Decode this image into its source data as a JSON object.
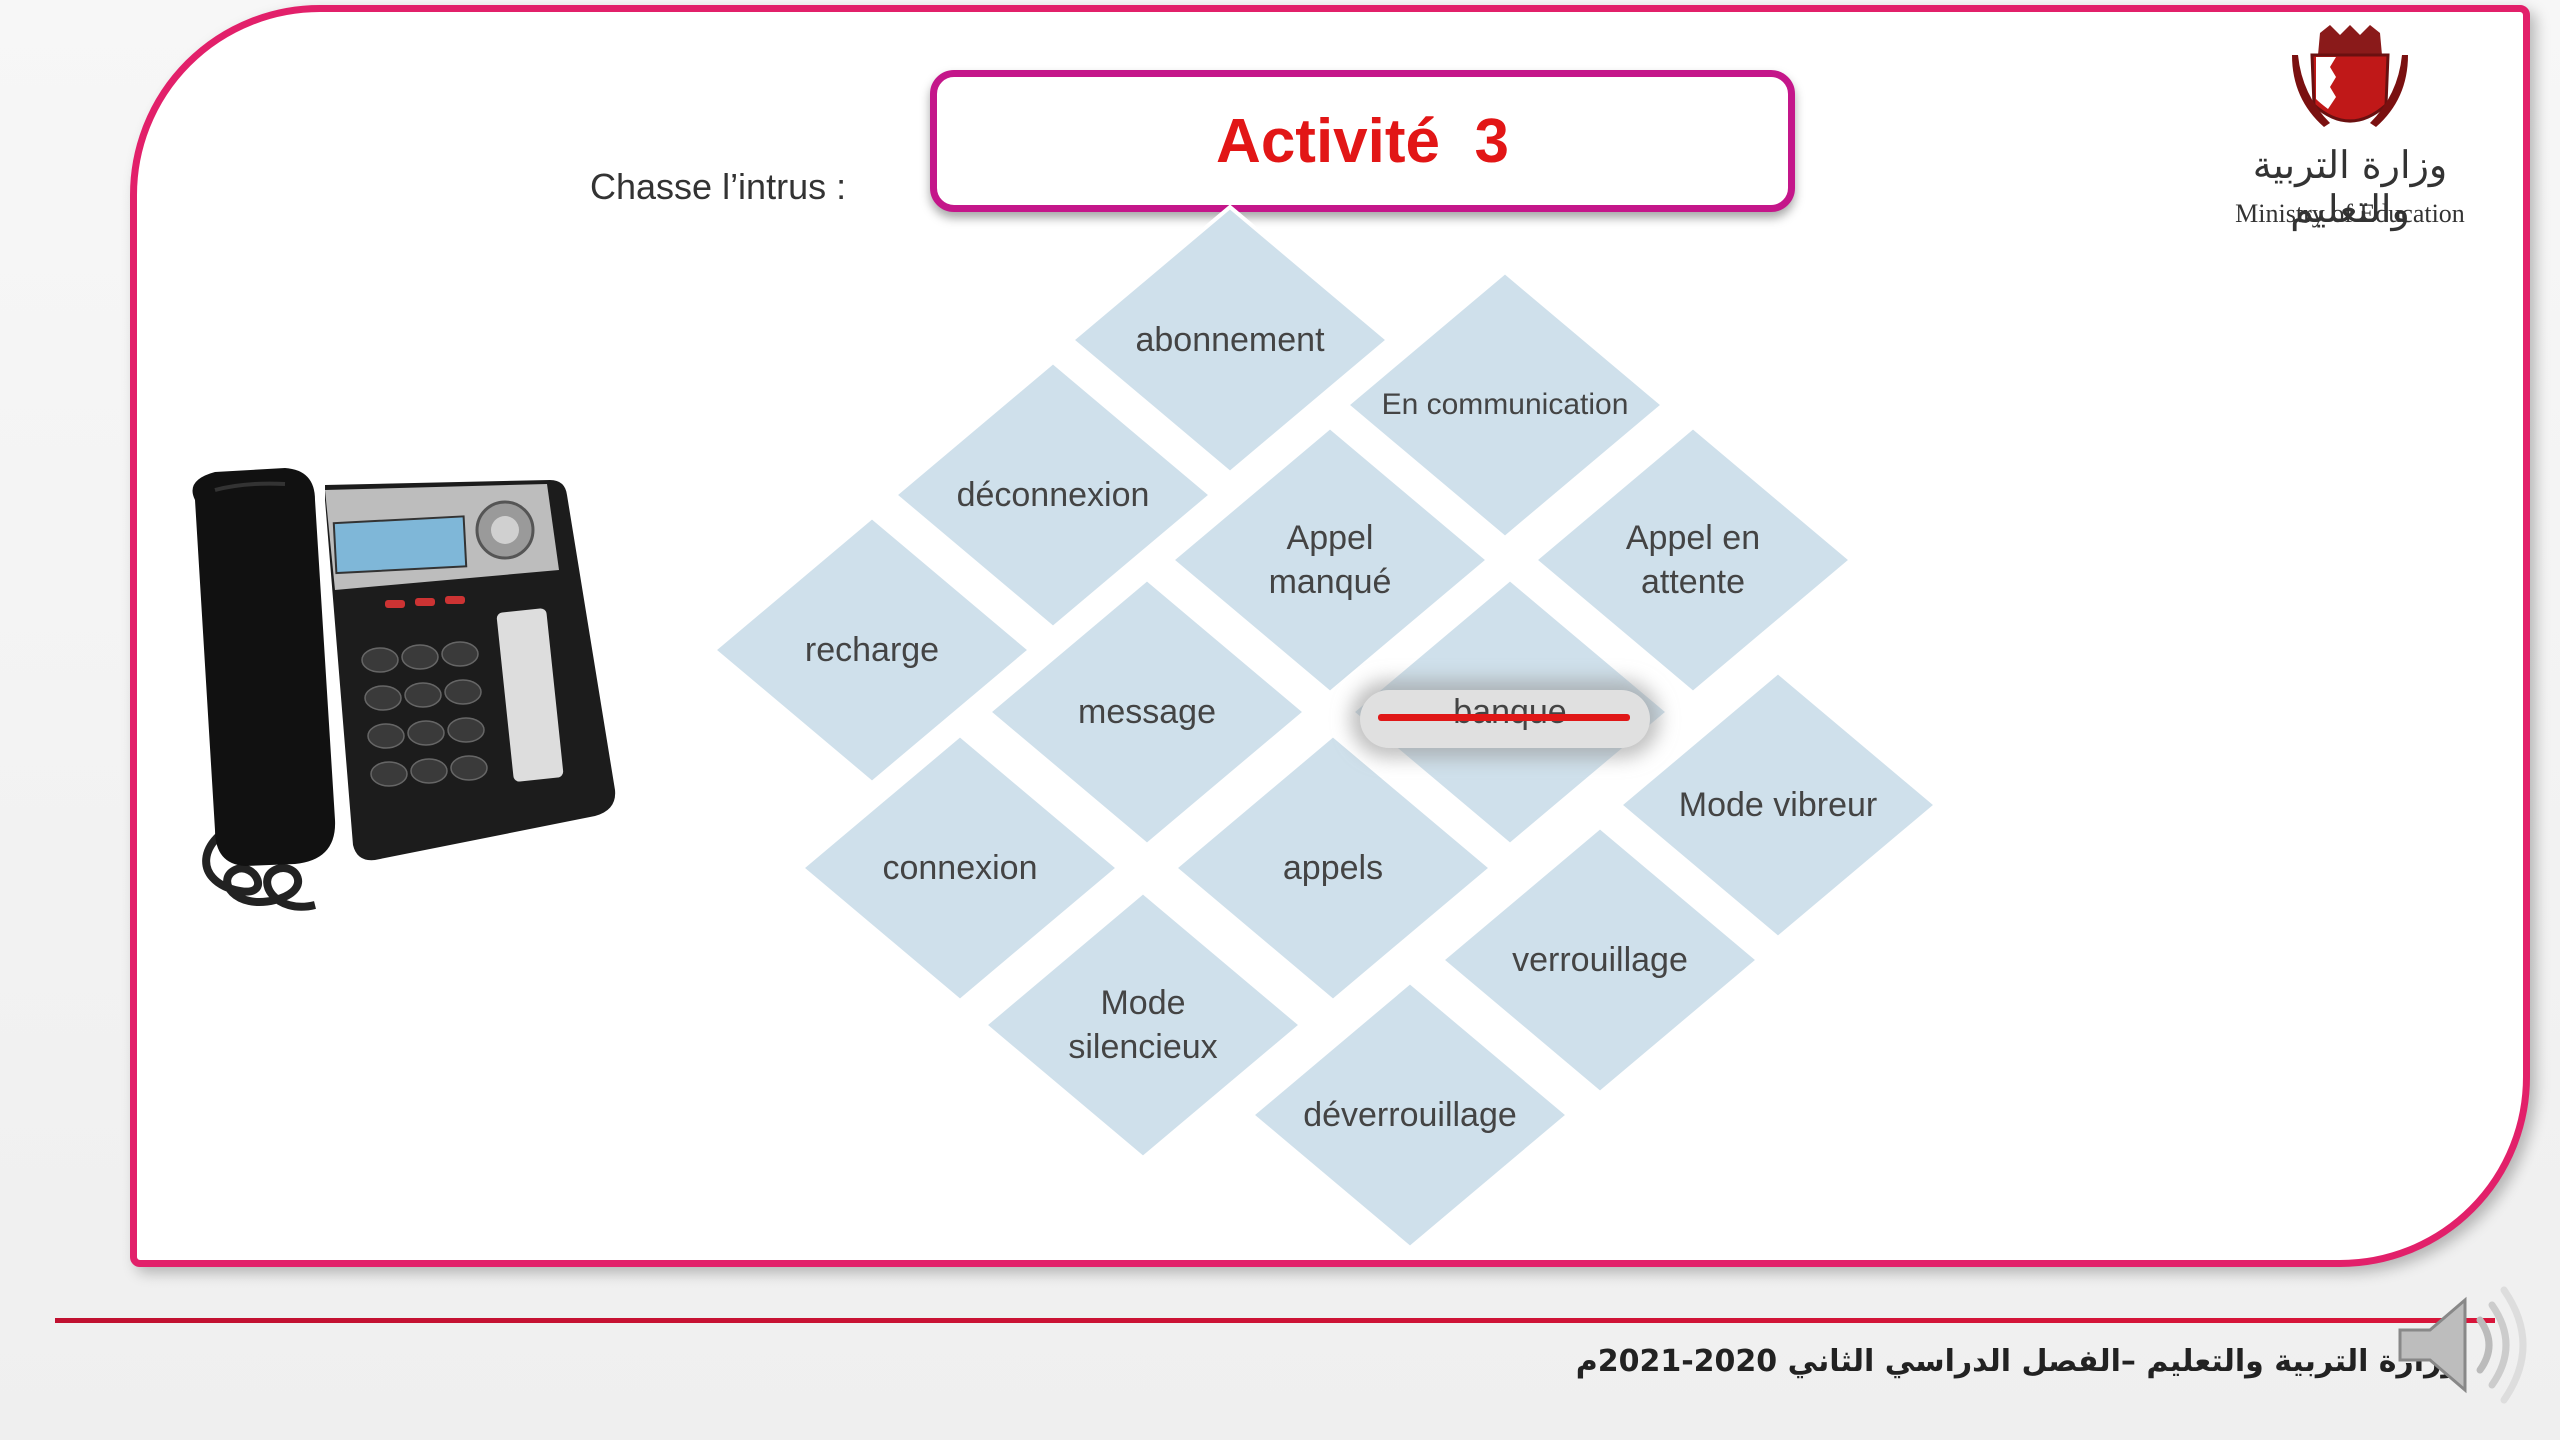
{
  "slide": {
    "title": "Activité  3",
    "instruction": "Chasse l’intrus :"
  },
  "logo": {
    "arabic": "وزارة التربية والتعليم",
    "english": "Ministry of Education"
  },
  "tiles": [
    {
      "id": "abonnement",
      "label": "abonnement"
    },
    {
      "id": "en-communication",
      "label": "En communication"
    },
    {
      "id": "deconnexion",
      "label": "déconnexion"
    },
    {
      "id": "appel-manque",
      "label": "Appel\nmanqué"
    },
    {
      "id": "appel-en-attente",
      "label": "Appel en\nattente"
    },
    {
      "id": "recharge",
      "label": "recharge"
    },
    {
      "id": "message",
      "label": "message"
    },
    {
      "id": "banque",
      "label": "banque"
    },
    {
      "id": "mode-vibreur",
      "label": "Mode vibreur"
    },
    {
      "id": "connexion",
      "label": "connexion"
    },
    {
      "id": "appels",
      "label": "appels"
    },
    {
      "id": "verrouillage",
      "label": "verrouillage"
    },
    {
      "id": "mode-silencieux",
      "label": "Mode\nsilencieux"
    },
    {
      "id": "deverrouillage",
      "label": "déverrouillage"
    }
  ],
  "colors": {
    "frame": "#e2206a",
    "title_border": "#c4168a",
    "title_text": "#e21616",
    "tile_fill": "#cfe0eb",
    "strike": "#e01717"
  },
  "footer": {
    "text": "وزارة التربية والتعليم –الفصل الدراسي الثاني 2020-2021م"
  },
  "icons": {
    "speaker": "speaker-icon",
    "phone": "desk-phone-image"
  }
}
